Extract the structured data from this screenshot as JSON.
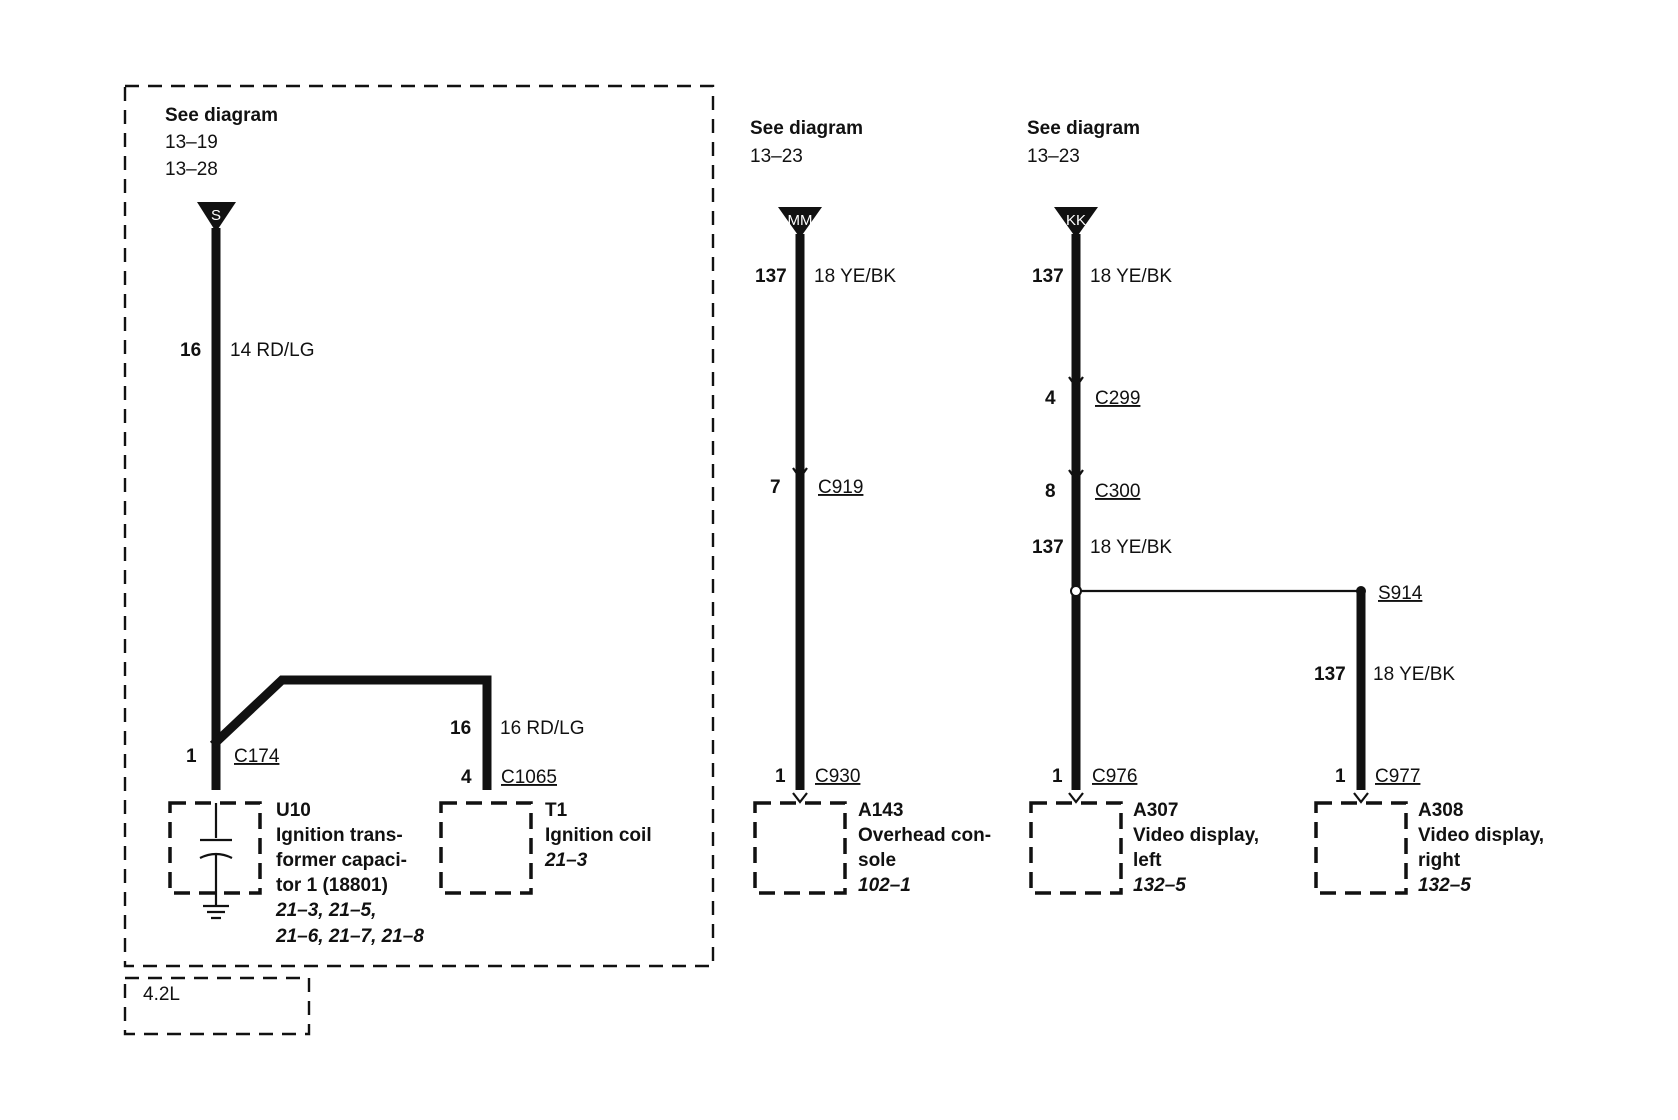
{
  "circuits": {
    "ignition": {
      "see_diagram": "See diagram",
      "refs": [
        "13–19",
        "13–28"
      ],
      "tag": "S",
      "wire_main": {
        "circuit": "16",
        "gauge_color": "14 RD/LG"
      },
      "wire_branch": {
        "circuit": "16",
        "gauge_color": "16 RD/LG"
      },
      "connector_u10": {
        "pin": "1",
        "name": "C174"
      },
      "connector_t1": {
        "pin": "4",
        "name": "C1065"
      },
      "u10": {
        "id": "U10",
        "lines": [
          "Ignition trans-",
          "former capaci-",
          "tor 1 (18801)"
        ],
        "pages": [
          "21–3, 21–5,",
          "21–6, 21–7, 21–8"
        ]
      },
      "t1": {
        "id": "T1",
        "lines": [
          "Ignition coil"
        ],
        "pages": [
          "21–3"
        ]
      },
      "engine_note": "4.2L"
    },
    "overhead": {
      "see_diagram": "See diagram",
      "refs": [
        "13–23"
      ],
      "tag": "MM",
      "wire": {
        "circuit": "137",
        "gauge_color": "18 YE/BK"
      },
      "inline_connector": {
        "pin": "7",
        "name": "C919"
      },
      "device_connector": {
        "pin": "1",
        "name": "C930"
      },
      "a143": {
        "id": "A143",
        "lines": [
          "Overhead con-",
          "sole"
        ],
        "pages": [
          "102–1"
        ]
      }
    },
    "video": {
      "see_diagram": "See diagram",
      "refs": [
        "13–23"
      ],
      "tag": "KK",
      "wire_top": {
        "circuit": "137",
        "gauge_color": "18 YE/BK"
      },
      "c299": {
        "pin": "4",
        "name": "C299"
      },
      "c300": {
        "pin": "8",
        "name": "C300"
      },
      "wire_mid": {
        "circuit": "137",
        "gauge_color": "18 YE/BK"
      },
      "splice": {
        "name": "S914"
      },
      "wire_right": {
        "circuit": "137",
        "gauge_color": "18 YE/BK"
      },
      "c976": {
        "pin": "1",
        "name": "C976"
      },
      "c977": {
        "pin": "1",
        "name": "C977"
      },
      "a307": {
        "id": "A307",
        "lines": [
          "Video display,",
          "left"
        ],
        "pages": [
          "132–5"
        ]
      },
      "a308": {
        "id": "A308",
        "lines": [
          "Video display,",
          "right"
        ],
        "pages": [
          "132–5"
        ]
      }
    }
  }
}
